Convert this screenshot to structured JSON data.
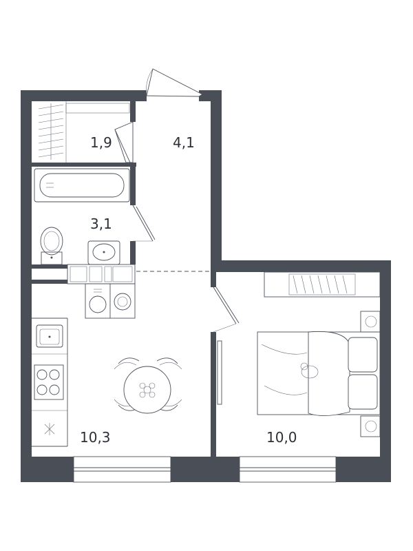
{
  "rooms": {
    "storage": {
      "area": "1,9"
    },
    "hall": {
      "area": "4,1"
    },
    "bathroom": {
      "area": "3,1"
    },
    "kitchen_living": {
      "area": "10,3"
    },
    "bedroom": {
      "area": "10,0"
    }
  },
  "colors": {
    "wall": "#4a4e57",
    "line": "#4a4f5a",
    "background": "#ffffff",
    "label": "#2b2f38"
  }
}
